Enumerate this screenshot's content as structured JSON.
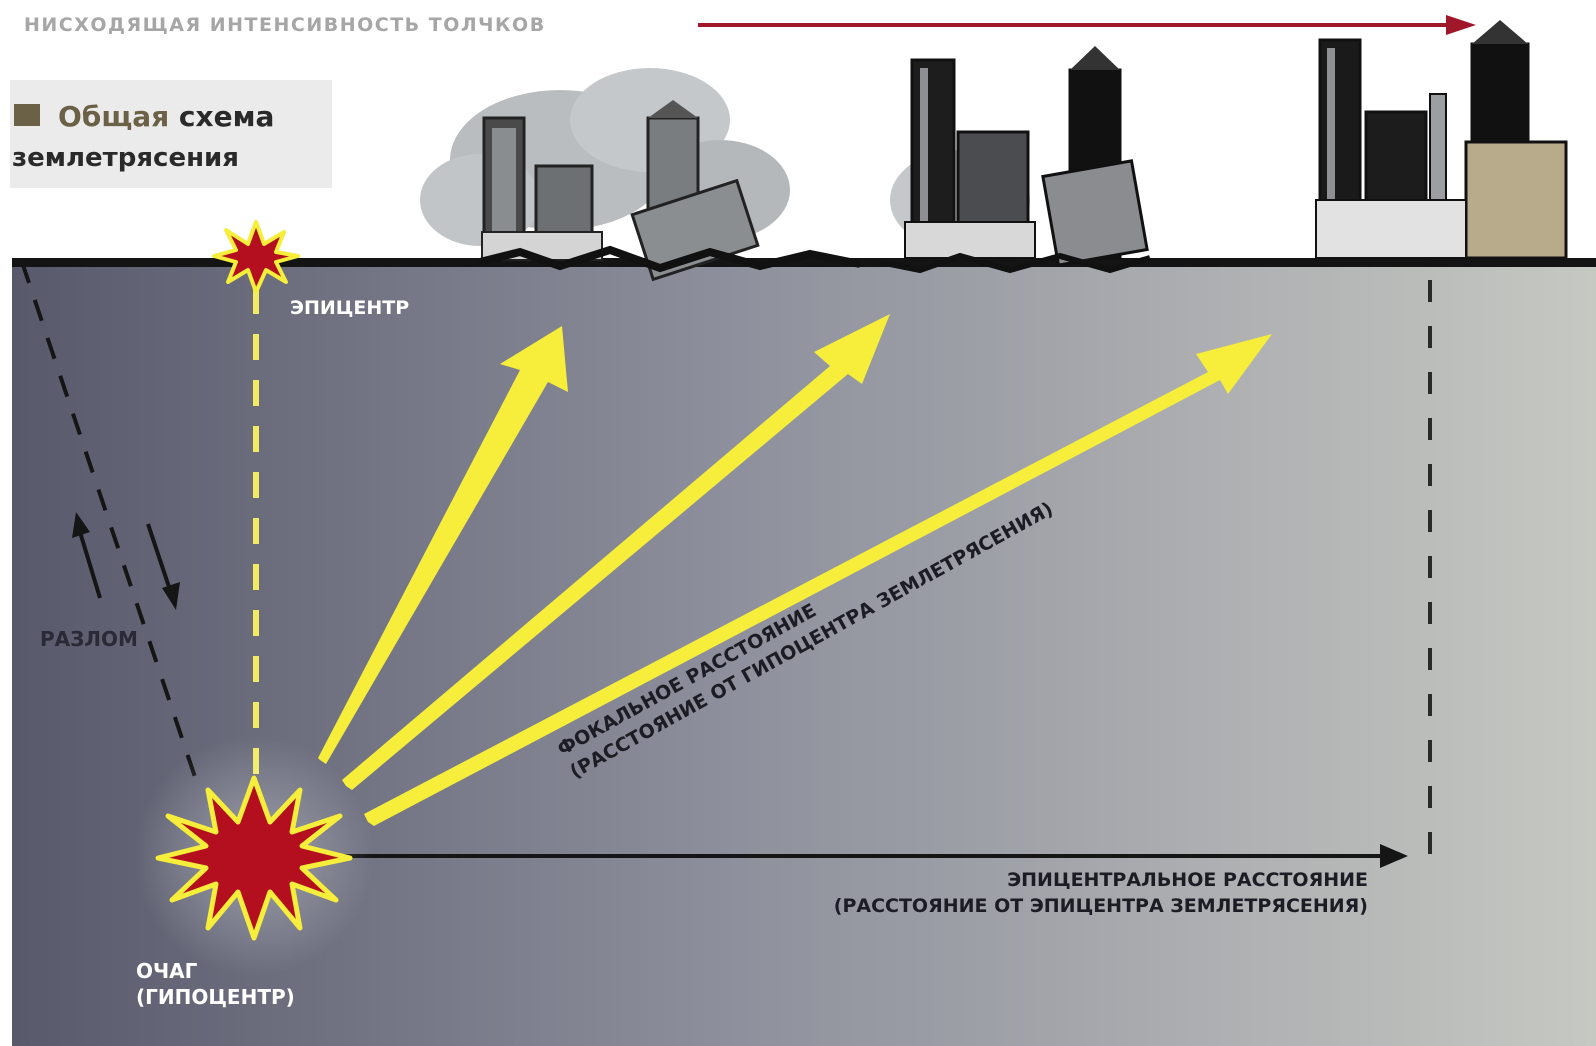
{
  "header": {
    "intensity_caption": "НИСХОДЯЩАЯ ИНТЕНСИВНОСТЬ ТОЛЧКОВ"
  },
  "title": {
    "line1_prefix": "Общая",
    "line1_suffix": " схема",
    "line2": "землетрясения"
  },
  "labels": {
    "epicenter": "ЭПИЦЕНТР",
    "fault": "РАЗЛОМ",
    "focus_line1": "ОЧАГ",
    "focus_line2": "(ГИПОЦЕНТР)",
    "focal_distance_line1": "ФОКАЛЬНОЕ РАССТОЯНИЕ",
    "focal_distance_line2": "(РАССТОЯНИЕ ОТ ГИПОЦЕНТРА ЗЕМЛЕТРЯСЕНИЯ)",
    "epicentral_distance_line1": "ЭПИЦЕНТРАЛЬНОЕ РАССТОЯНИЕ",
    "epicentral_distance_line2": "(РАССТОЯНИЕ ОТ ЭПИЦЕНТРА ЗЕМЛЕТРЯСЕНИЯ)"
  },
  "colors": {
    "intensity_arrow": "#a0172a",
    "seismic_wave": "#f6ee3a",
    "explosion_core": "#b30f1e",
    "title_accent": "#6b6146",
    "ground_left": "#5a5c6e",
    "ground_right": "#c3c5c0"
  },
  "icons": {
    "epicenter": "starburst-icon",
    "focus": "explosion-icon"
  }
}
